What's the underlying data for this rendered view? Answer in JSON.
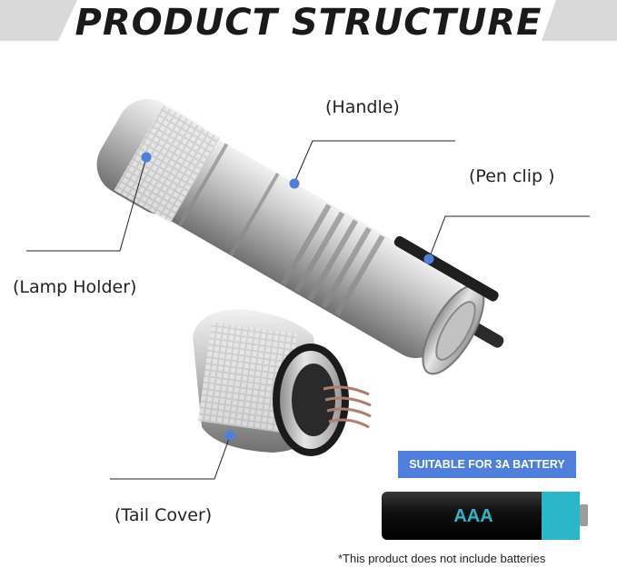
{
  "title": "PRODUCT STRUCTURE",
  "labels": {
    "handle": "(Handle)",
    "pen_clip": "(Pen clip )",
    "lamp_holder": "(Lamp Holder)",
    "tail_cover": "(Tail Cover)"
  },
  "battery": {
    "badge": "SUITABLE FOR 3A BATTERY",
    "type": "AAA"
  },
  "footnote": "*This product does not include batteries",
  "colors": {
    "marker_dot": "#4f7fdc",
    "badge_bg": "#4f7fdc",
    "battery_text": "#2ab7c9"
  }
}
